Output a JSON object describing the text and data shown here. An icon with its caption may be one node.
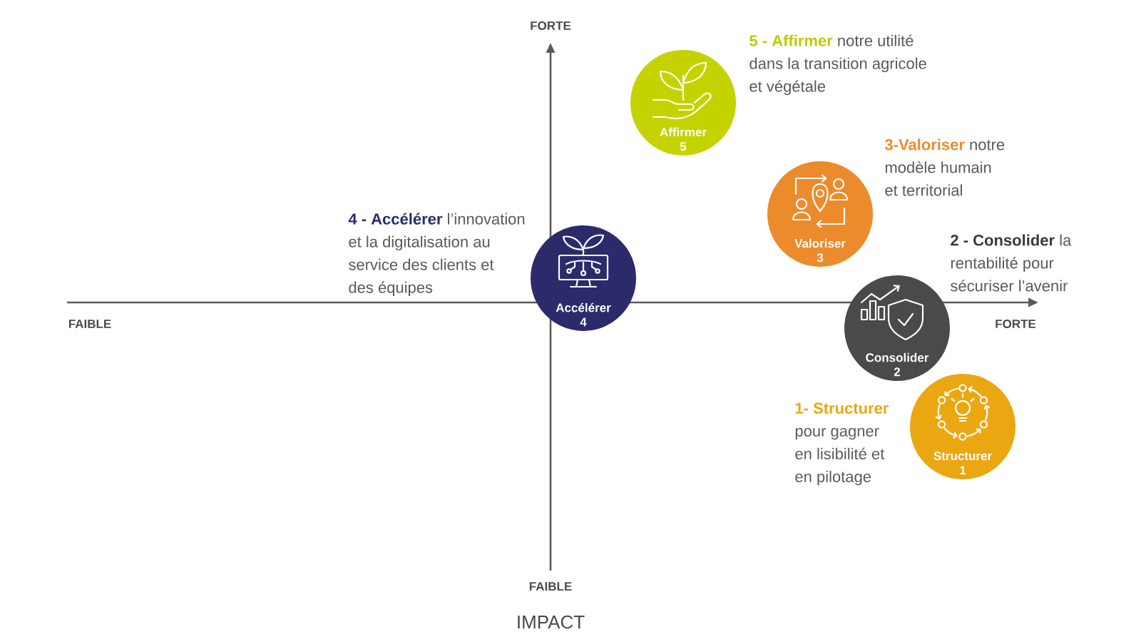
{
  "diagram": {
    "nodes": [
      {
        "text": [
          "Affirmer 5"
        ],
        "beside": [
          "5 - Affirmer",
          "notre utilité dans la transition agricole et végétale"
        ]
      },
      {
        "text": [
          "Valoriser 3"
        ],
        "beside": [
          "3-Valoriser",
          "notre modèle humain et territorial"
        ]
      },
      {
        "text": [
          "Accélérer 4"
        ],
        "beside": [
          "4 - Accélérer",
          "l’innovation et la digitalisation au service des clients et des équipes"
        ]
      },
      {
        "text": [
          "Consolider 2"
        ],
        "beside": [
          "2 - Consolider",
          "la rentabilité pour sécuriser l’avenir"
        ]
      },
      {
        "text": [
          "Structurer 1"
        ],
        "beside": [
          "1- Structurer",
          "pour gagner en lisibilité et en pilotage"
        ]
      }
    ],
    "labels": [
      "FORTE",
      "FAIBLE",
      "FORTE",
      "FAIBLE",
      "IMPACT"
    ]
  }
}
